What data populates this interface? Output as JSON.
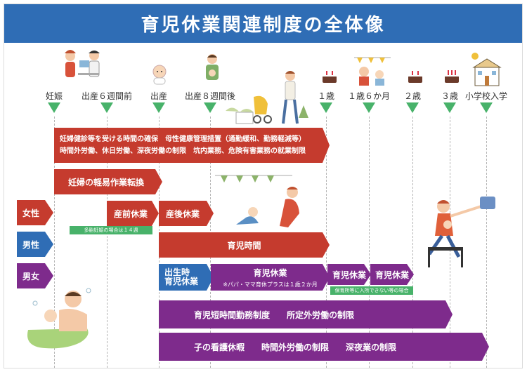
{
  "title": "育児休業関連制度の全体像",
  "timeline": [
    {
      "label": "妊娠"
    },
    {
      "label": "出産６週間前"
    },
    {
      "label": "出産"
    },
    {
      "label": "出産８週間後"
    },
    {
      "label": "１歳"
    },
    {
      "label": "１歳６か月"
    },
    {
      "label": "２歳"
    },
    {
      "label": "３歳"
    },
    {
      "label": "小学校入学"
    }
  ],
  "side_labels": {
    "female": "女性",
    "male": "男性",
    "both": "男女"
  },
  "bars": {
    "health_line1": "妊婦健診等を受ける時間の確保　母性健康管理措置（通勤緩和、勤務軽減等）",
    "health_line2": "時間外労働、休日労働、深夜労働の制限　坑内業務、危険有害業務の就業制限",
    "light_work": "妊婦の軽易作業転換",
    "prenatal_leave": "産前休業",
    "postnatal_leave": "産後休業",
    "childcare_time": "育児時間",
    "birth_leave_line1": "出生時",
    "birth_leave_line2": "育児休業",
    "childcare_leave": "育児休業",
    "childcare_leave_note": "※パパ・ママ育休プラスは１歳２か月",
    "childcare_leave_ext1": "育児休業",
    "childcare_leave_ext2": "育児休業",
    "nursery_note": "保育所等に入所できない等の場合",
    "short_hours": "育児短時間勤務制度　　所定外労働の制限",
    "nursing_leave": "子の看護休暇　　時間外労働の制限　　深夜業の制限",
    "multiple_note": "多胎妊娠の場合は１４週"
  },
  "colors": {
    "red": "#c53b2e",
    "purple": "#7e2b8c",
    "blue": "#2f6db5",
    "green": "#48b26a"
  }
}
